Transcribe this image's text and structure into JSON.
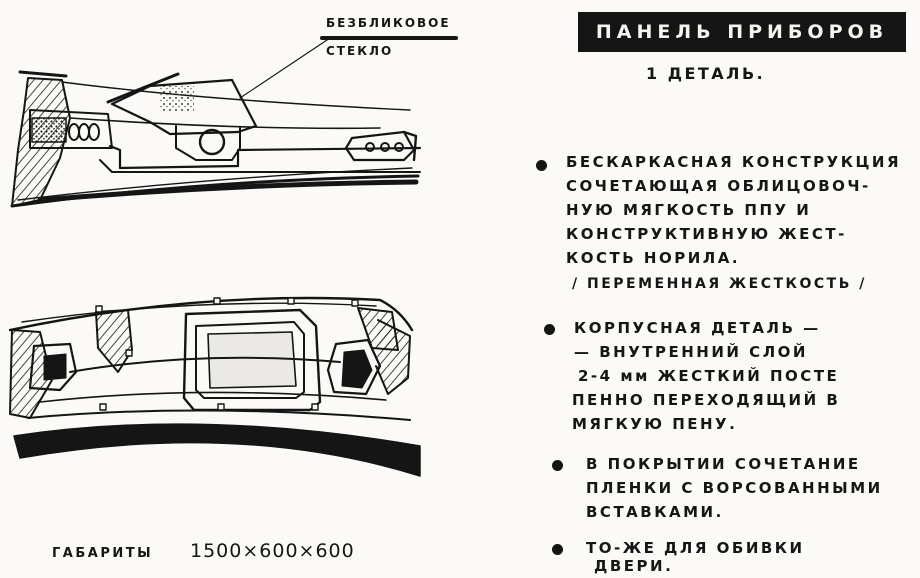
{
  "title": "ПАНЕЛЬ ПРИБОРОВ",
  "subtitle": "1 ДЕТАЛЬ.",
  "callout": {
    "line1": "БЕЗБЛИКОВОЕ",
    "line2": "СТЕКЛО"
  },
  "bullets": [
    {
      "lines": [
        "БЕСКАРКАСНАЯ КОНСТРУКЦИЯ",
        "СОЧЕТАЮЩАЯ ОБЛИЦОВОЧ-",
        "НУЮ МЯГКОСТЬ ППУ И",
        "КОНСТРУКТИВНУЮ ЖЕСТ-",
        "КОСТЬ НОРИЛА."
      ]
    },
    {
      "lines": [
        "КОРПУСНАЯ ДЕТАЛЬ —",
        "— ВНУТРЕННИЙ СЛОЙ",
        "2-4 мм ЖЕСТКИЙ ПОСТЕ",
        "ПЕННО ПЕРЕХОДЯЩИЙ В",
        "МЯГКУЮ ПЕНУ."
      ]
    },
    {
      "lines": [
        "В ПОКРЫТИИ СОЧЕТАНИЕ",
        "ПЛЕНКИ С ВОРСОВАННЫМИ",
        "ВСТАВКАМИ."
      ]
    },
    {
      "lines": [
        "ТО-ЖЕ ДЛЯ ОБИВКИ",
        "ДВЕРИ."
      ]
    }
  ],
  "note": "/ ПЕРЕМЕННАЯ ЖЕСТКОСТЬ /",
  "dimensions": {
    "label": "ГАБАРИТЫ",
    "value": "1500×600×600"
  }
}
